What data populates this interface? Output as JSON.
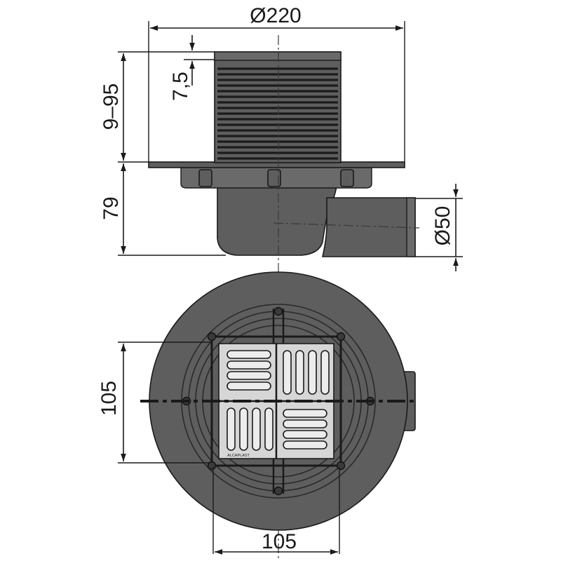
{
  "dimensions": {
    "top_diameter": "Ø220",
    "adjust_range": "9–95",
    "offset": "7,5",
    "body_height": "79",
    "outlet_diameter": "Ø50",
    "grate_height": "105",
    "grate_width": "105"
  },
  "grate_logo": "ALCAPLAST",
  "colors": {
    "body": "#5e5e5e",
    "grate": "#d6d6d6",
    "line": "#1a1a1a"
  }
}
